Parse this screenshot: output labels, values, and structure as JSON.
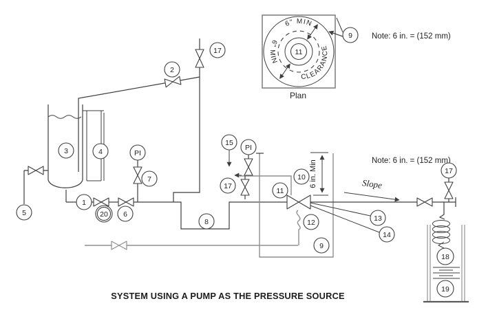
{
  "title": "SYSTEM USING A PUMP AS THE PRESSURE SOURCE",
  "notes": {
    "top": "Note: 6 in. = (152 mm)",
    "right": "Note: 6 in. = (152 mm)"
  },
  "plan": {
    "caption": "Plan",
    "dim_top": "6\" MIN",
    "dim_left": "6\" MIN",
    "clearance": "CLEARANCE"
  },
  "slope_label": "Slope",
  "riser_dim": "6 in. Min",
  "gauge": "PI",
  "colors": {
    "ink": "#3e3e3e",
    "pipe_gray": "#8f8f8f"
  },
  "labels": {
    "n1": "1",
    "n2": "2",
    "n3": "3",
    "n4": "4",
    "n5": "5",
    "n6": "6",
    "n7": "7",
    "n8": "8",
    "n9": "9",
    "n10": "10",
    "n11": "11",
    "n12": "12",
    "n13": "13",
    "n14": "14",
    "n15": "15",
    "n17": "17",
    "n18": "18",
    "n19": "19",
    "n20": "20"
  }
}
